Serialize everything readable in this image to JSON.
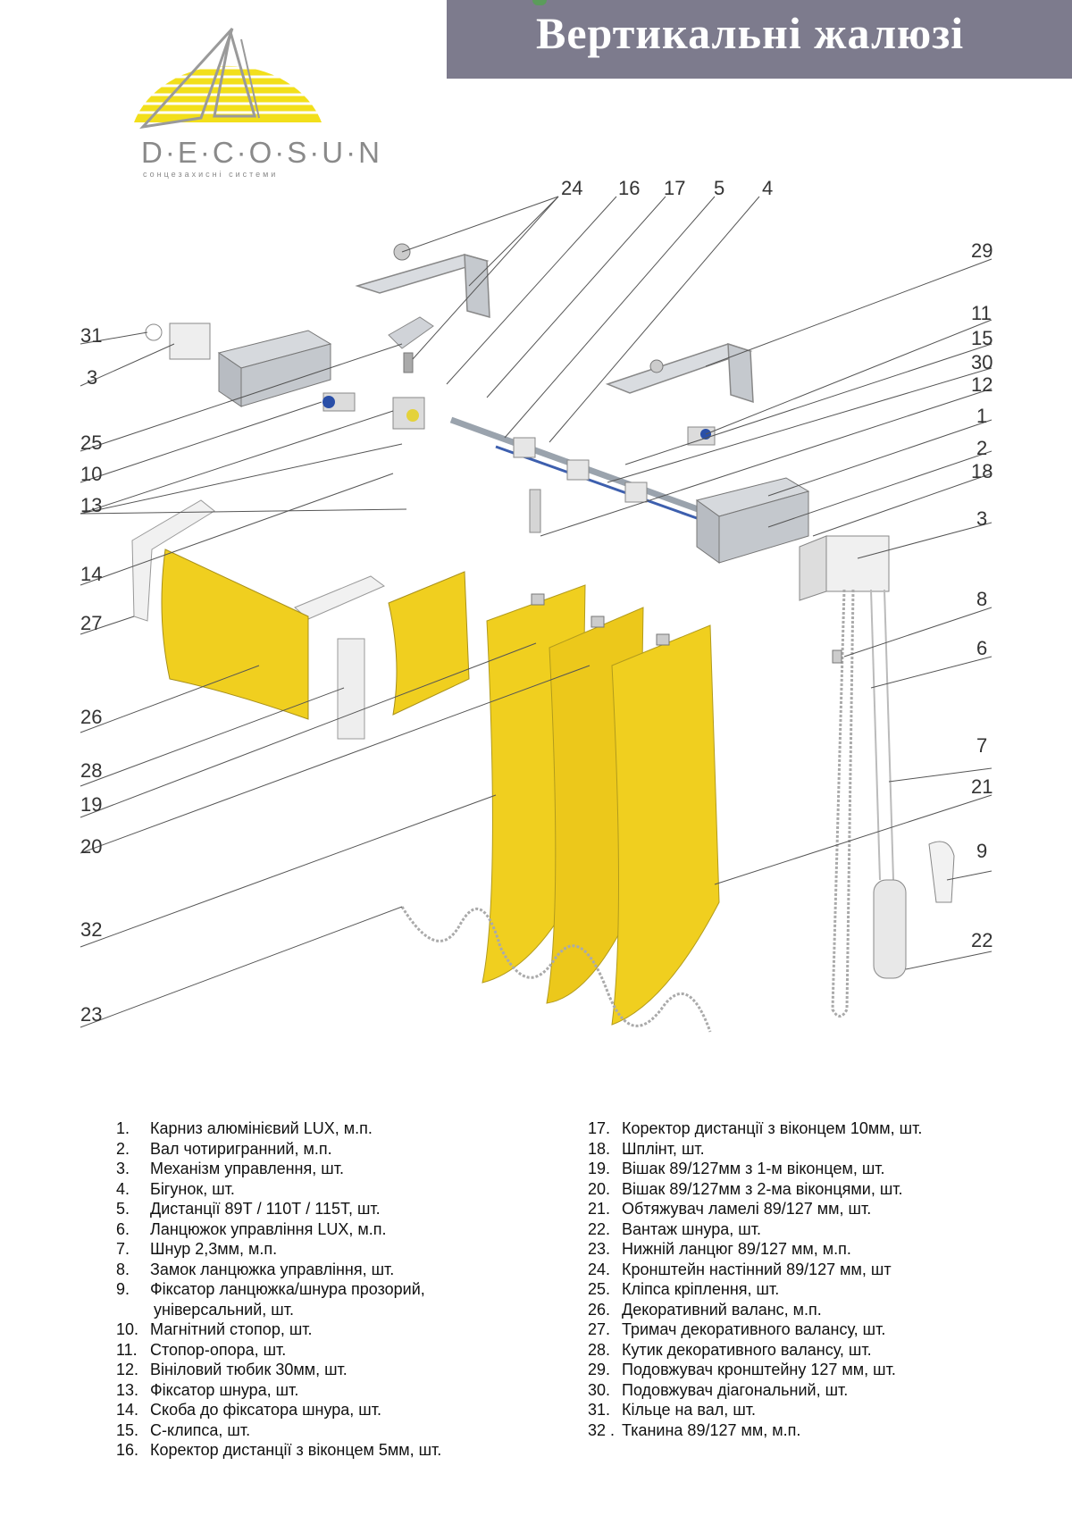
{
  "header": {
    "title": "Вертикальні жалюзі"
  },
  "brand": {
    "name": "D·E·C·O·S·U·N",
    "tagline": "сонцезахисні системи",
    "colors": {
      "sun": "#f2df1b",
      "mark": "#9a9a9a"
    }
  },
  "callouts": [
    "24",
    "16",
    "17",
    "5",
    "4",
    "29",
    "11",
    "15",
    "30",
    "12",
    "1",
    "2",
    "18",
    "3",
    "31",
    "3",
    "25",
    "10",
    "13",
    "14",
    "27",
    "26",
    "28",
    "19",
    "20",
    "8",
    "6",
    "7",
    "21",
    "9",
    "22",
    "32",
    "23"
  ],
  "colors": {
    "title_bar": "#7d7b8d",
    "slat_yellow": "#f0cf1f",
    "metal": "#c8ccd2",
    "accent_blue": "#2a4fa8"
  },
  "legend_left": [
    {
      "num": "1.",
      "text": "Карниз алюмінієвий LUX, м.п."
    },
    {
      "num": "2.",
      "text": "Вал чотиригранний, м.п."
    },
    {
      "num": "3.",
      "text": "Механізм управлення, шт."
    },
    {
      "num": "4.",
      "text": "Бігунок, шт."
    },
    {
      "num": "5.",
      "text": "Дистанції 89Т / 110Т / 115Т, шт."
    },
    {
      "num": "6.",
      "text": "Ланцюжок управління LUX, м.п."
    },
    {
      "num": "7.",
      "text": "Шнур 2,3мм, м.п."
    },
    {
      "num": "8.",
      "text": "Замок ланцюжка управління, шт."
    },
    {
      "num": "9.",
      "text": "Фіксатор ланцюжка/шнура прозорий,",
      "cont": "універсальний, шт."
    },
    {
      "num": "10.",
      "text": "Магнітний стопор, шт."
    },
    {
      "num": "11.",
      "text": "Стопор-опора, шт."
    },
    {
      "num": "12.",
      "text": "Вініловий тюбик 30мм, шт."
    },
    {
      "num": "13.",
      "text": "Фіксатор шнура, шт."
    },
    {
      "num": "14.",
      "text": "Скоба до фіксатора шнура, шт."
    },
    {
      "num": "15.",
      "text": "С-клипса, шт."
    },
    {
      "num": "16.",
      "text": "Коректор дистанції з віконцем 5мм, шт."
    }
  ],
  "legend_right": [
    {
      "num": "17.",
      "text": "Коректор дистанції з віконцем 10мм, шт."
    },
    {
      "num": "18.",
      "text": "Шплінт, шт."
    },
    {
      "num": "19.",
      "text": "Вішак 89/127мм з 1-м віконцем, шт."
    },
    {
      "num": "20.",
      "text": "Вішак 89/127мм з 2-ма віконцями, шт."
    },
    {
      "num": "21.",
      "text": "Обтяжувач ламелі 89/127 мм, шт."
    },
    {
      "num": "22.",
      "text": "Вантаж шнура, шт."
    },
    {
      "num": "23.",
      "text": "Нижній ланцюг 89/127 мм, м.п."
    },
    {
      "num": "24.",
      "text": "Кронштейн настінний 89/127 мм, шт"
    },
    {
      "num": "25.",
      "text": "Кліпса кріплення, шт."
    },
    {
      "num": "26.",
      "text": "Декоративний валанс, м.п."
    },
    {
      "num": "27.",
      "text": "Тримач декоративного валансу, шт."
    },
    {
      "num": "28.",
      "text": "Кутик декоративного валансу, шт."
    },
    {
      "num": "29.",
      "text": "Подовжувач кронштейну 127 мм, шт."
    },
    {
      "num": "30.",
      "text": "Подовжувач діагональний, шт."
    },
    {
      "num": "31.",
      "text": "Кільце на вал, шт."
    },
    {
      "num": "32 .",
      "text": "Тканина 89/127 мм, м.п."
    }
  ]
}
